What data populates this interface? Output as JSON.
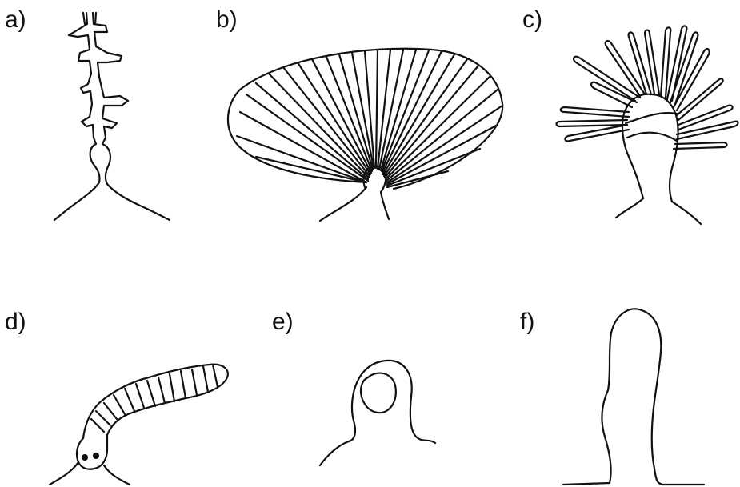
{
  "labels": {
    "a": "a)",
    "b": "b)",
    "c": "c)",
    "d": "d)",
    "e": "e)",
    "f": "f)"
  },
  "colors": {
    "stroke": "#111111",
    "background": "#ffffff"
  }
}
